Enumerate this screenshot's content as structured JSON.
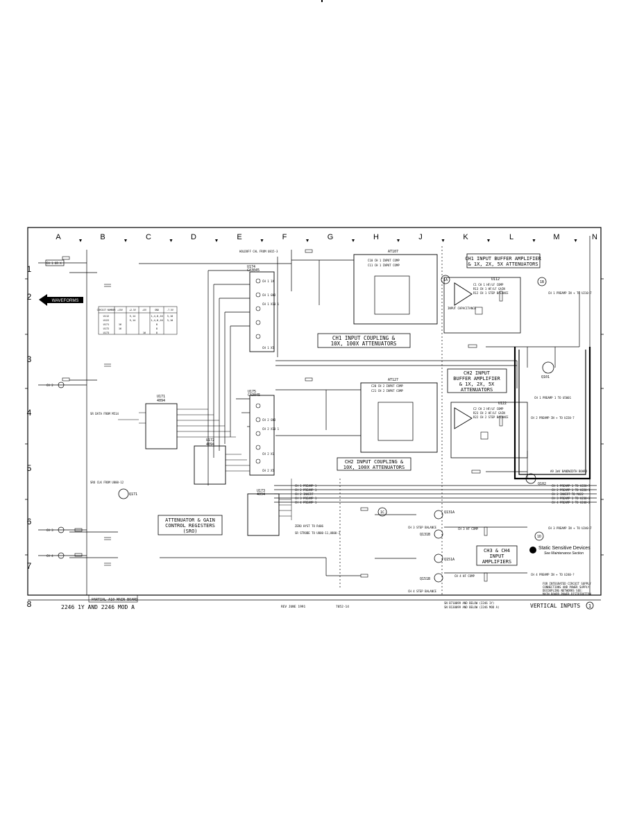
{
  "columns": [
    "A",
    "B",
    "C",
    "D",
    "E",
    "F",
    "G",
    "H",
    "J",
    "K",
    "L",
    "M",
    "N"
  ],
  "rows": [
    "1",
    "2",
    "3",
    "4",
    "5",
    "6",
    "7",
    "8"
  ],
  "waveforms_tab": "WAVEFORMS",
  "block_titles": {
    "ch1_buffer": [
      "CH1 INPUT BUFFER AMPLIFIER",
      "& 1X, 2X, 5X ATTENUATORS"
    ],
    "ch1_coupling": [
      "CH1 INPUT COUPLING &",
      "10X, 100X ATTENUATORS"
    ],
    "ch2_buffer": [
      "CH2 INPUT",
      "BUFFER AMPLIFIER",
      "& 1X, 2X, 5X",
      "ATTENUATORS"
    ],
    "ch2_coupling": [
      "CH2 INPUT COUPLING &",
      "10X, 100X ATTENUATORS"
    ],
    "registers": [
      "ATTENUATOR & GAIN",
      "CONTROL REGISTERS",
      "(SRO)"
    ],
    "ch3_ch4": [
      "CH3 & CH4",
      "INPUT",
      "AMPLIFIERS"
    ]
  },
  "components": {
    "u174": "U174",
    "u174_type": "CA3045",
    "u175": "U175",
    "u175_type": "CA3045",
    "u171": "U171",
    "u171_type": "4094",
    "u172": "U172",
    "u172_type": "4094",
    "u173": "U173",
    "u173_type": "4094",
    "u112": "U112",
    "u122": "U122",
    "at107": "AT107",
    "at127": "AT127",
    "q101": "Q101",
    "q102": "Q102",
    "q171": "Q171",
    "q131a": "Q131A",
    "q131b": "Q131B",
    "q151a": "Q151A",
    "q151b": "Q151B"
  },
  "inputs": {
    "ch1": "CH 1 OR X",
    "ch2": "CH 2",
    "ch3": "CH 3",
    "ch4": "CH 4"
  },
  "labels": {
    "ch1_input_comp": "C10 CH 1 INPUT COMP",
    "ch1_input_comp_2": "C11 CH 1 INPUT COMP",
    "ch2_input_comp": "C20 CH 2 INPUT COMP",
    "ch2_input_comp_2": "C21 CH 2 INPUT COMP",
    "ch1_hf_comp": "C1 CH 1 HF/LF COMP",
    "ch1_hf_gain": "R13 CH 1 HF/LF GAIN",
    "ch1_step_balance": "R12 CH 1 STEP BALANCE",
    "ch2_hf_comp": "C2 CH 2 HF/LF COMP",
    "ch2_hf_gain": "R23 CH 2 HF/LF GAIN",
    "ch2_step_balance": "R22 CH 2 STEP BALANCE",
    "input_capacitance": "INPUT CAPACITANCE",
    "ch1_preamp_plus": "CH 1 PREAMP IN + TO U210-7",
    "ch2_preamp_plus": "CH 2 PREAMP IN + TO U220-7",
    "ch1_preamp_u5": "CH 1 PREAMP 1 TO U5001",
    "ch3_preamp": "CH 3 PREAMP IN + TO U240-7",
    "ch4_preamp": "CH 4 PREAMP IN + TO U240-?",
    "bandwidth_board": "A9 2mV BANDWIDTH BOARD",
    "holdoff": "HOLDOFF CAL FROM U815-3",
    "ch1_1x": "CH 1 1X",
    "ch1_gnd": "CH 1 GND",
    "ch1_x10": "CH 1 X10 1",
    "ch2_gnd": "CH 2 GND",
    "ch2_x10": "CH 2 X10 1",
    "ch2_x1": "CH 2 X1",
    "ch2_x5": "CH 2 X5",
    "ch1_x5": "CH 1 X5",
    "preamp_list": [
      "CH 1 PREAMP 1",
      "CH 2 PREAMP 1",
      "CH 2 INVERT",
      "CH 3 PREAMP 1",
      "CH 4 PREAMP 1"
    ],
    "right_outputs": [
      "CH 1 PREAMP 1 TO U220-7",
      "CH 2 PREAMP 1 TO U220-1",
      "CH 2 INVERT TO M422",
      "CH 3 PREAMP 1 TO U230-2",
      "CH 4 PREAMP 1 TO U240-2"
    ],
    "static": "Static Sensitive Devices",
    "static_sub": "See Maintenance Section",
    "ic_note": [
      "FOR INTEGRATED CIRCUIT SUPPLY",
      "CONNECTIONS AND POWER SUPPLY",
      "DECOUPLING NETWORKS SEE:",
      "MAIN BOARD POWER DISTRIBUTION"
    ],
    "ch3_step": "CH 3 STEP BALANCE",
    "ch4_step": "CH 4 STEP BALANCE",
    "ch3_hf": "CH 3 HF COMP",
    "ch4_hf": "CH 4 HF COMP",
    "sr_data": "SR DATA FROM M514",
    "sr_clk": "SRO CLK FROM U800-12",
    "zero_hyst": "ZERO HYST TO R406",
    "sr_strobe": "SR STROBE TO U800-11,U800-3"
  },
  "supply_table": {
    "headers": [
      "CIRCUIT NUMBER",
      "+15V",
      "+2.5V",
      "+5V",
      "GND",
      "-7.5V"
    ],
    "rows": [
      [
        "U112",
        "",
        "5,14",
        "",
        "1,4,8,10",
        "3,10"
      ],
      [
        "U122",
        "",
        "5,14",
        "",
        "1,4,8,10",
        "3,10"
      ],
      [
        "U171",
        "16",
        "",
        "",
        "8",
        ""
      ],
      [
        "U172",
        "16",
        "",
        "",
        "8",
        ""
      ],
      [
        "U173",
        "",
        "",
        "16",
        "8",
        ""
      ]
    ]
  },
  "footer": {
    "board": "PARTIAL A10 MAIN BOARD",
    "model": "2246 1Y AND 2246 MOD A",
    "rev": "REV JUNE 1991",
    "sheet_code": "7052-14",
    "serial_1": "SN B710099 AND BELOW (2246 1Y)",
    "serial_2": "SN B130099 AND BELOW (2246 MOD A)",
    "title": "VERTICAL INPUTS",
    "sheet_num": "1"
  }
}
